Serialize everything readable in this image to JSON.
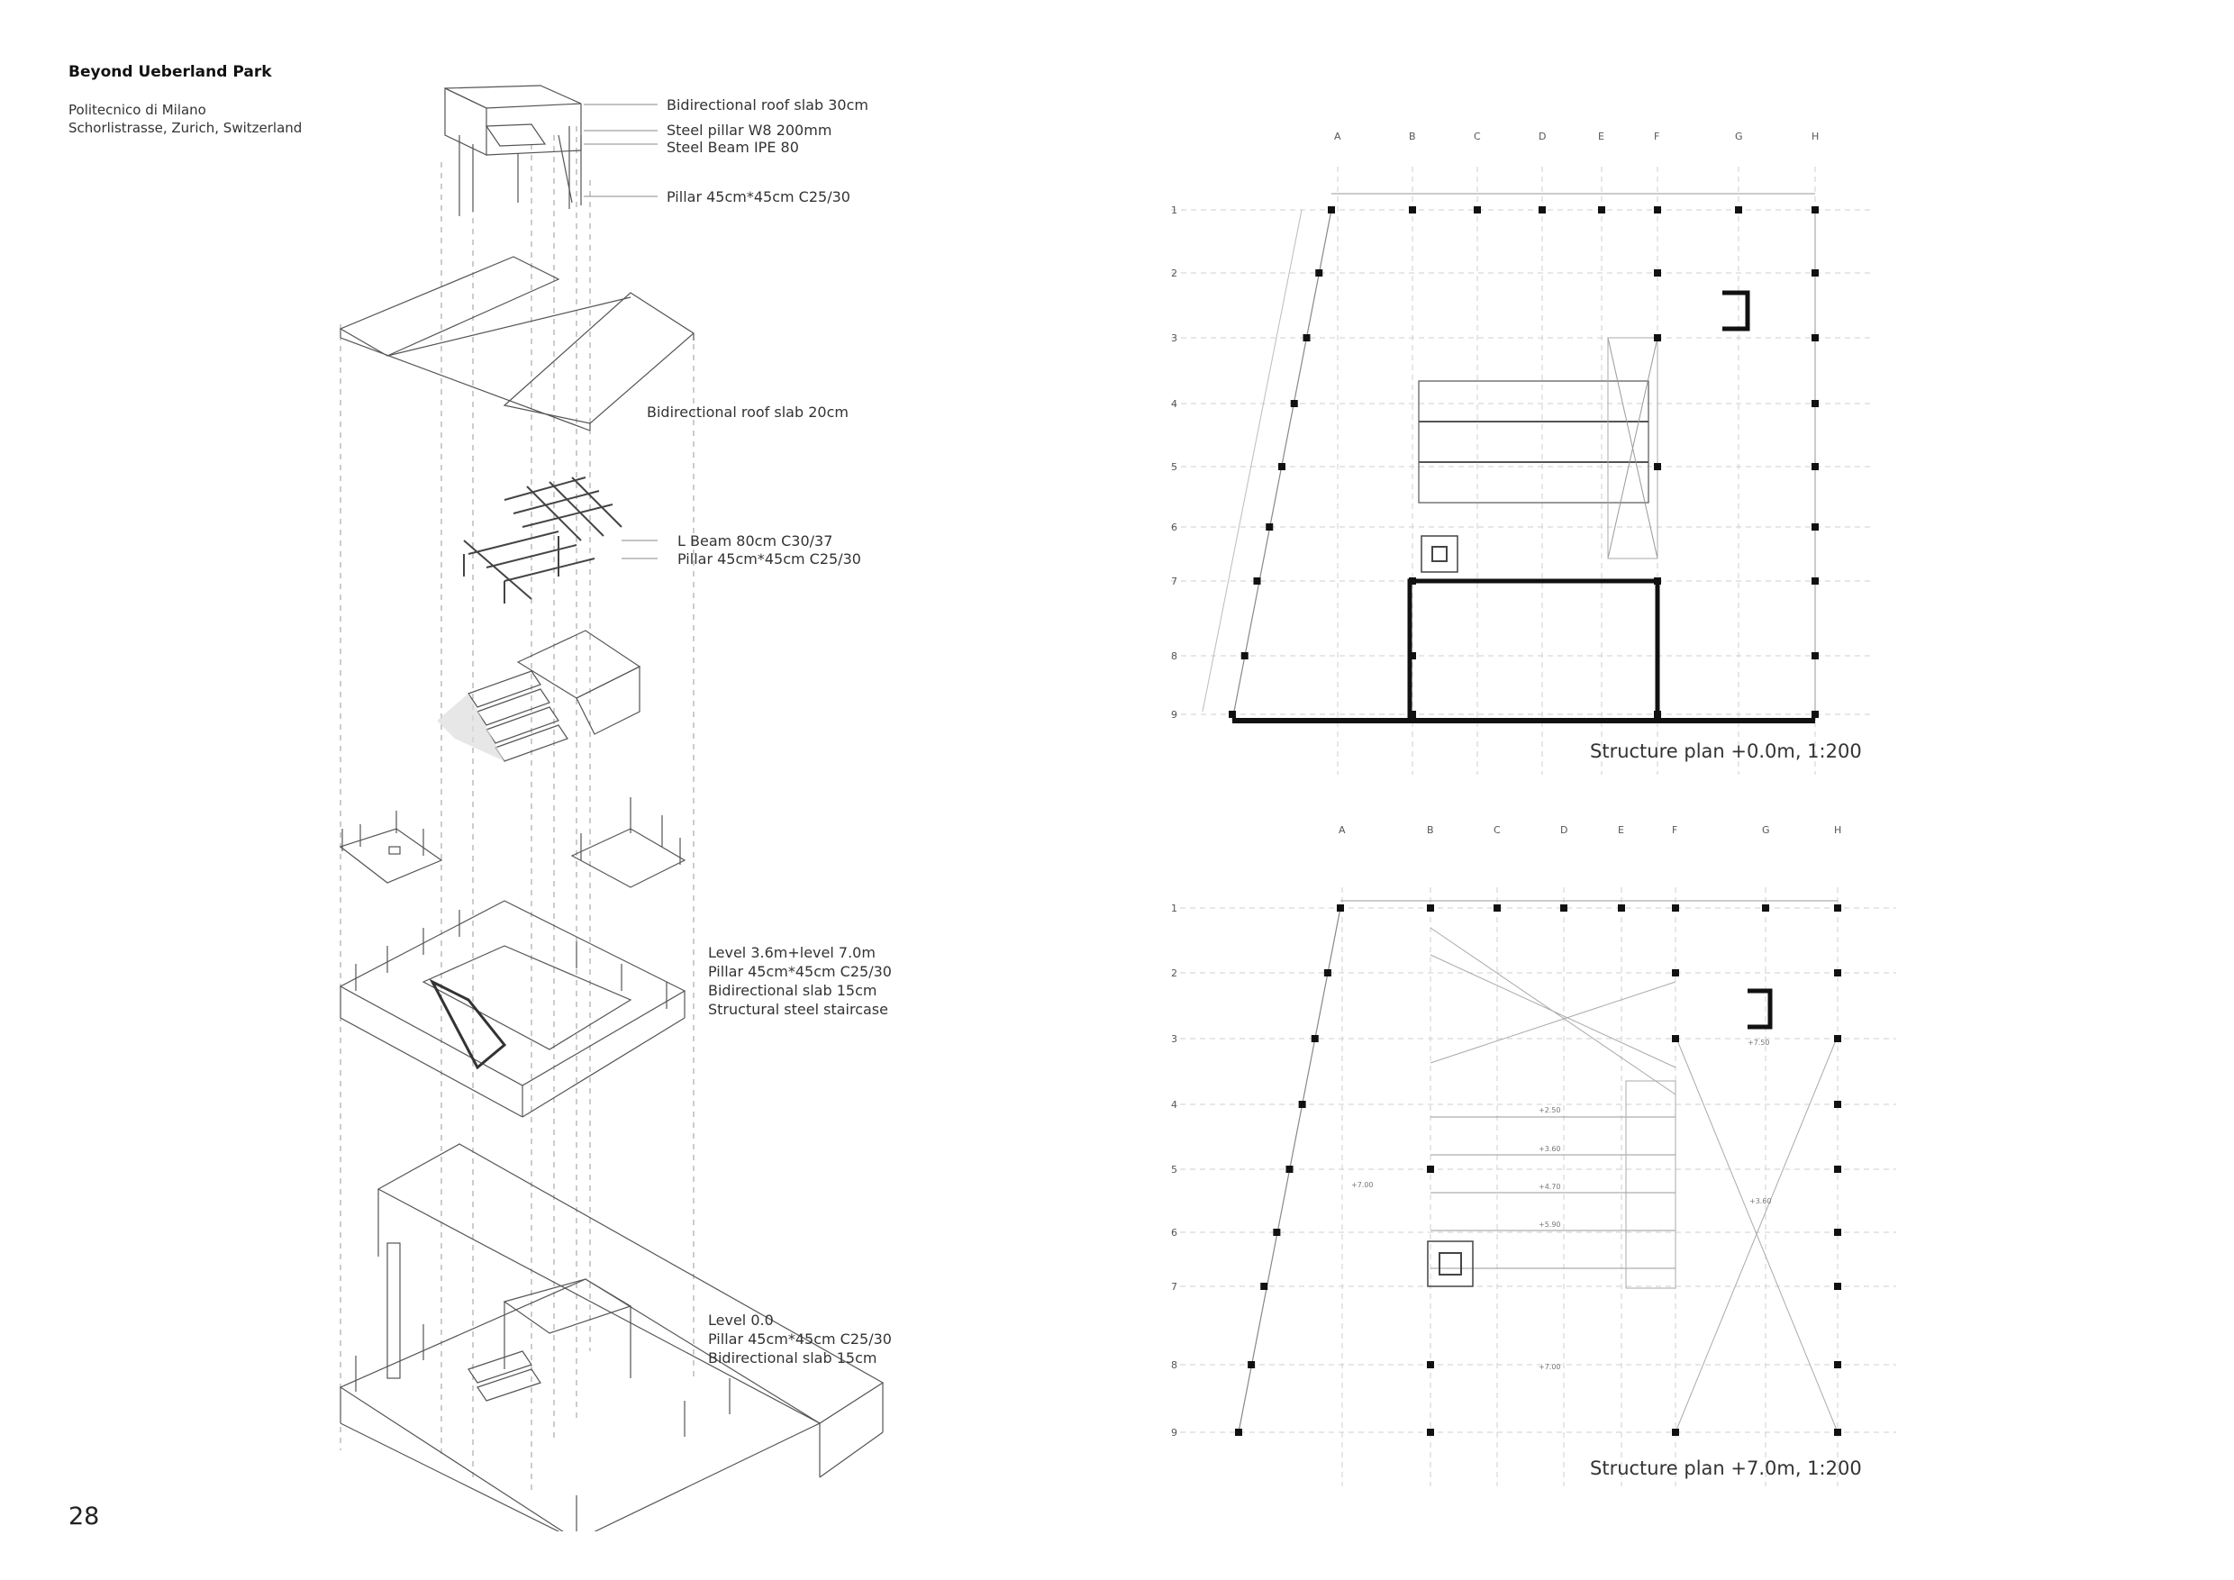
{
  "project": {
    "title": "Beyond Ueberland Park",
    "institution": "Politecnico di Milano",
    "address": "Schorlistrasse, Zurich, Switzerland"
  },
  "page_number": "28",
  "axonometric_labels": {
    "roof_slab_30": "Bidirectional roof slab 30cm",
    "steel_pillar": "Steel pillar W8 200mm",
    "steel_beam": "Steel Beam IPE 80",
    "pillar_top": "Pillar 45cm*45cm C25/30",
    "roof_slab_20": "Bidirectional roof slab 20cm",
    "l_beam": "L Beam 80cm C30/37",
    "pillar_mid": "Pillar 45cm*45cm C25/30",
    "upper_levels": {
      "line1": "Level 3.6m+level 7.0m",
      "line2": "Pillar 45cm*45cm C25/30",
      "line3": "Bidirectional slab 15cm",
      "line4": "Structural steel staircase"
    },
    "ground_level": {
      "line1": "Level 0.0",
      "line2": "Pillar 45cm*45cm C25/30",
      "line3": "Bidirectional slab 15cm"
    }
  },
  "plans": {
    "plan0": {
      "caption": "Structure plan +0.0m, 1:200",
      "column_axes": [
        "A",
        "B",
        "C",
        "D",
        "E",
        "F",
        "G",
        "H"
      ],
      "row_axes": [
        "1",
        "2",
        "3",
        "4",
        "5",
        "6",
        "7",
        "8",
        "9"
      ]
    },
    "plan7": {
      "caption": "Structure plan +7.0m, 1:200",
      "column_axes": [
        "A",
        "B",
        "C",
        "D",
        "E",
        "F",
        "G",
        "H"
      ],
      "row_axes": [
        "1",
        "2",
        "3",
        "4",
        "5",
        "6",
        "7",
        "8",
        "9"
      ],
      "level_marks": [
        "+7.50",
        "+2.50",
        "+3.60",
        "+4.70",
        "+5.90",
        "+7.00",
        "+3.60",
        "+7.00"
      ]
    }
  }
}
